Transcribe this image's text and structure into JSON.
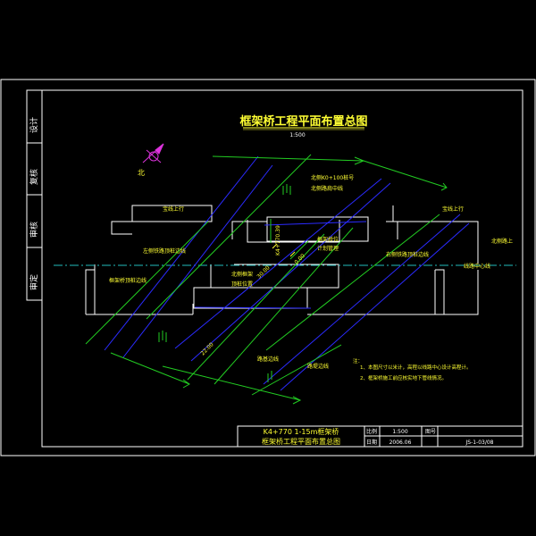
{
  "drawing": {
    "title": "框架桥工程平面布置总图",
    "scale": "1:500",
    "north_label": "北"
  },
  "labels": {
    "line_up": "宝线上行",
    "line_down": "宝线上行",
    "top_label_1": "北侧K0+100桩号",
    "top_label_2": "北侧路肩中线",
    "mid_label_1": "框架桥位",
    "mid_label_2": "计划管理",
    "station": "K4+770.39",
    "small_label": "0.00",
    "left_mid_1": "左侧铁路顶桩边线",
    "left_low_1": "框架桥顶桩边线",
    "center_low_1": "北侧框架",
    "center_low_2": "顶桩位置",
    "width_label": "30.00",
    "bottom_dim": "22.00",
    "right_mid": "右侧铁路顶桩边线",
    "right_edge": "北侧路上",
    "center_line": "线路中心线",
    "bottom_a": "路基边线",
    "bottom_b": "路堤边线",
    "notes_head": "注：",
    "note_1": "1、本图尺寸以米计，高程以线路中心设计高程计。",
    "note_2": "2、框架桥施工前应核实地下管线情况。"
  },
  "title_block": {
    "line1": "K4+770 1-15m框架桥",
    "line2": "框架桥工程平面布置总图",
    "scale_label": "比例",
    "scale_value": "1:500",
    "date_label": "日期",
    "date_value": "2006.06",
    "sheet_label": "图号",
    "sheet_value": "JS-1-03/08"
  },
  "left_margin": {
    "cell1": "设计",
    "cell2": "复核",
    "cell3": "审核",
    "cell4": "审定"
  },
  "colors": {
    "frame": "#ffffff",
    "blue": "#2b2bff",
    "green": "#22cc22",
    "yellow": "#ffff33",
    "cyan": "#22bbbb",
    "magenta": "#dd33dd"
  }
}
